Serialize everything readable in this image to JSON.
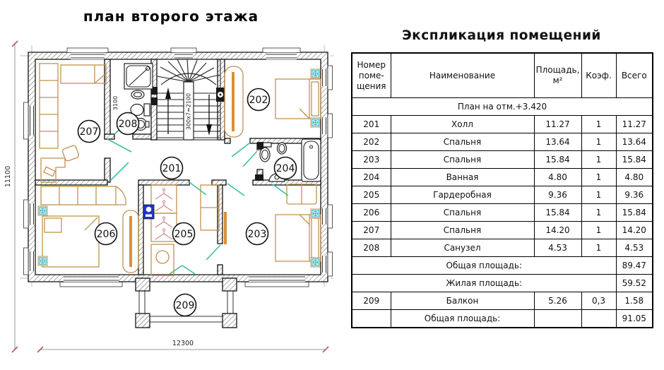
{
  "plan": {
    "title": "план второго этажа",
    "dimensions": {
      "width_label": "12300",
      "height_label": "11100",
      "stair_label": "300x7=2100",
      "wall_label": "3100"
    },
    "rooms": [
      {
        "number": "201"
      },
      {
        "number": "202"
      },
      {
        "number": "203"
      },
      {
        "number": "204"
      },
      {
        "number": "205"
      },
      {
        "number": "206"
      },
      {
        "number": "207"
      },
      {
        "number": "208"
      },
      {
        "number": "209"
      }
    ]
  },
  "explication": {
    "title": "Экспликация помещений",
    "headers": {
      "number": "Номер\nпоме-\nщения",
      "name": "Наименование",
      "area": "Площадь,\nм²",
      "coef": "Коэф.",
      "total": "Всего"
    },
    "section": "План на отм.+3.420",
    "rows": [
      {
        "number": "201",
        "name": "Холл",
        "area": "11.27",
        "coef": "1",
        "total": "11.27"
      },
      {
        "number": "202",
        "name": "Спальня",
        "area": "13.64",
        "coef": "1",
        "total": "13.64"
      },
      {
        "number": "203",
        "name": "Спальня",
        "area": "15.84",
        "coef": "1",
        "total": "15.84"
      },
      {
        "number": "204",
        "name": "Ванная",
        "area": "4.80",
        "coef": "1",
        "total": "4.80"
      },
      {
        "number": "205",
        "name": "Гардеробная",
        "area": "9.36",
        "coef": "1",
        "total": "9.36"
      },
      {
        "number": "206",
        "name": "Спальня",
        "area": "15.84",
        "coef": "1",
        "total": "15.84"
      },
      {
        "number": "207",
        "name": "Спальня",
        "area": "14.20",
        "coef": "1",
        "total": "14.20"
      },
      {
        "number": "208",
        "name": "Санузел",
        "area": "4.53",
        "coef": "1",
        "total": "4.53"
      }
    ],
    "summary_total": {
      "label": "Общая площадь:",
      "value": "89.47"
    },
    "summary_living": {
      "label": "Жилая площадь:",
      "value": "59.52"
    },
    "balcony": {
      "number": "209",
      "name": "Балкон",
      "area": "5.26",
      "coef": "0,3",
      "total": "1.58"
    },
    "grand_total": {
      "label": "Общая площадь:",
      "value": "91.05"
    }
  },
  "colors": {
    "furniture": "#c2914f",
    "furniture_accent": "#dd8f33",
    "door_swing": "#3fbf9f",
    "radiator": "#35b6c9",
    "boiler": "#2433cf",
    "hanger": "#c98b8b",
    "dimension_tick": "#a85f52"
  }
}
